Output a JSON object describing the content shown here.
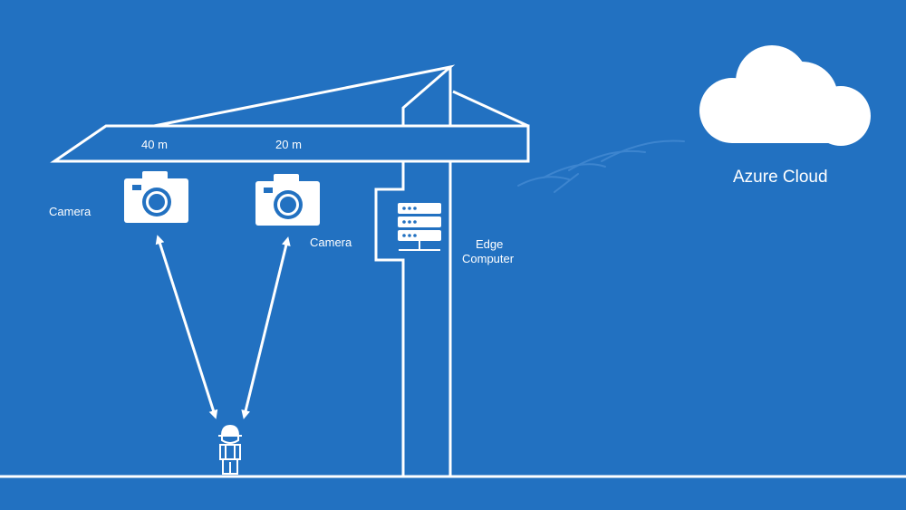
{
  "labels": {
    "dist_40": "40 m",
    "dist_20": "20 m",
    "camera_left": "Camera",
    "camera_right": "Camera",
    "edge_line1": "Edge",
    "edge_line2": "Computer",
    "cloud": "Azure Cloud"
  },
  "colors": {
    "background": "#2271c1",
    "line": "#ffffff"
  },
  "icons": [
    "camera-icon",
    "camera-icon",
    "server-icon",
    "cloud-icon",
    "worker-icon",
    "double-arrow-icon",
    "wifi-signal-icon"
  ]
}
